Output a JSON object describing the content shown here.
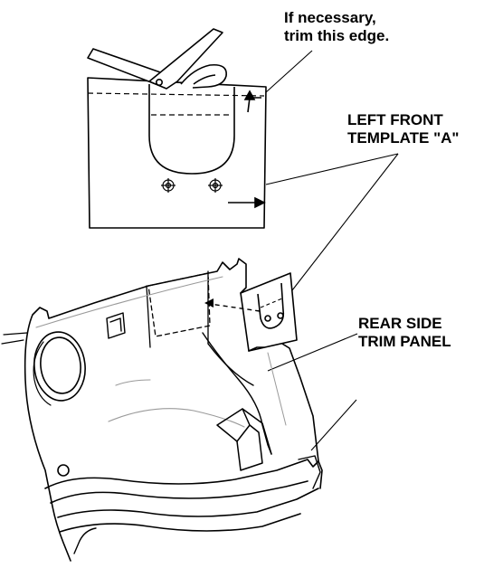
{
  "callouts": {
    "trim_edge": {
      "line1": "If necessary,",
      "line2": "trim this edge."
    },
    "template": {
      "line1": "LEFT FRONT",
      "line2": "TEMPLATE \"A\""
    },
    "trim_panel": {
      "line1": "REAR SIDE",
      "line2": "TRIM PANEL"
    }
  },
  "colors": {
    "ink": "#000000",
    "paper": "#ffffff",
    "light_line": "#9a9a9a"
  }
}
